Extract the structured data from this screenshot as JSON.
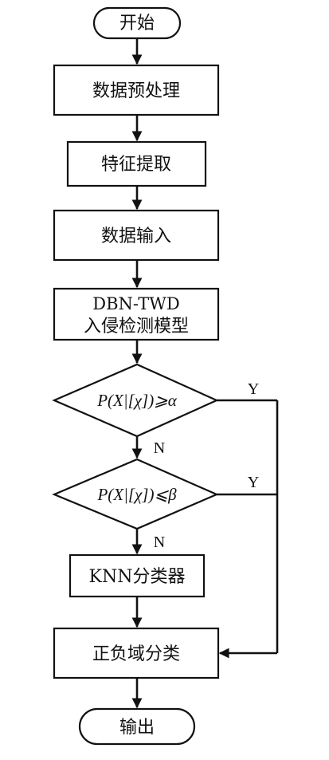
{
  "flow": {
    "start": "开始",
    "step_preprocess": "数据预处理",
    "step_feature": "特征提取",
    "step_input": "数据输入",
    "model_line1": "DBN-TWD",
    "model_line2": "入侵检测模型",
    "decision1": "P(X|[χ])⩾α",
    "decision2": "P(X|[χ])⩽β",
    "yes1": "Y",
    "no1": "N",
    "yes2": "Y",
    "no2": "N",
    "knn": "KNN分类器",
    "positive_negative": "正负域分类",
    "end": "输出"
  }
}
